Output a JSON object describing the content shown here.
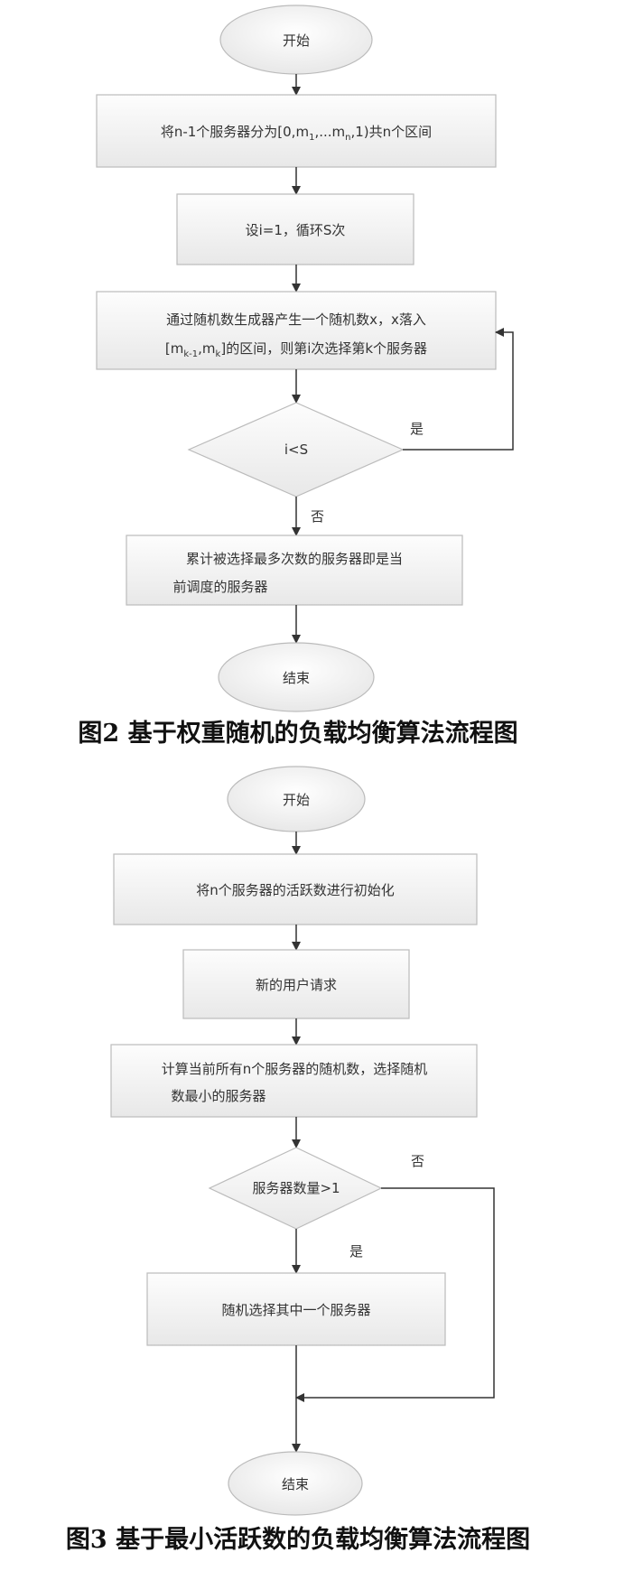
{
  "figure2": {
    "caption": "图2   基于权重随机的负载均衡算法流程图",
    "start": "开始",
    "step1": {
      "pre": "将n-1个服务器分为[0,m",
      "s1": "1",
      "mid": ",...m",
      "s2": "n",
      "post": ",1)共n个区间"
    },
    "step2": "设i=1，循环S次",
    "step3": {
      "line1": "通过随机数生成器产生一个随机数x，x落入",
      "line2_pre": "[m",
      "line2_s1": "k-1",
      "line2_mid": ",m",
      "line2_s2": "k",
      "line2_post": "]的区间，则第i次选择第k个服务器"
    },
    "decision": "i<S",
    "yes": "是",
    "no": "否",
    "step4": {
      "line1": "累计被选择最多次数的服务器即是当",
      "line2": "前调度的服务器"
    },
    "end": "结束"
  },
  "figure3": {
    "caption": "图3   基于最小活跃数的负载均衡算法流程图",
    "start": "开始",
    "step1": "将n个服务器的活跃数进行初始化",
    "step2": "新的用户请求",
    "step3": {
      "line1": "计算当前所有n个服务器的随机数，选择随机",
      "line2": "数最小的服务器"
    },
    "decision": "服务器数量>1",
    "no": "否",
    "yes": "是",
    "step4": "随机选择其中一个服务器",
    "end": "结束"
  }
}
